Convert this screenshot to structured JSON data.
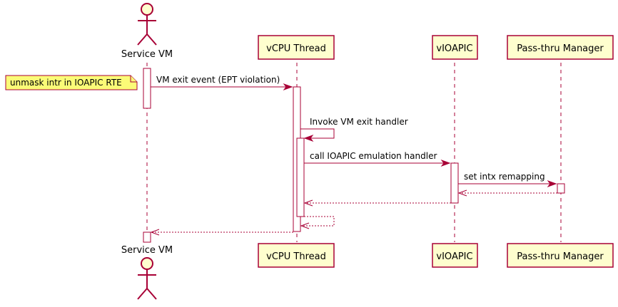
{
  "participants": {
    "service_vm": {
      "label": "Service VM",
      "kind": "actor"
    },
    "vcpu_thread": {
      "label": "vCPU Thread",
      "kind": "participant"
    },
    "vioapic": {
      "label": "vIOAPIC",
      "kind": "participant"
    },
    "passthru_manager": {
      "label": "Pass-thru Manager",
      "kind": "participant"
    }
  },
  "note": {
    "text": "unmask intr in IOAPIC RTE",
    "attached_to": "service_vm",
    "placement": "left"
  },
  "messages": [
    {
      "from": "service_vm",
      "to": "vcpu_thread",
      "label": "VM exit event (EPT violation)",
      "style": "solid"
    },
    {
      "from": "vcpu_thread",
      "to": "vcpu_thread",
      "label": "Invoke VM exit handler",
      "style": "solid"
    },
    {
      "from": "vcpu_thread",
      "to": "vioapic",
      "label": "call IOAPIC emulation handler",
      "style": "solid"
    },
    {
      "from": "vioapic",
      "to": "passthru_manager",
      "label": "set intx remapping",
      "style": "solid"
    },
    {
      "from": "passthru_manager",
      "to": "vioapic",
      "label": "",
      "style": "dashed"
    },
    {
      "from": "vioapic",
      "to": "vcpu_thread",
      "label": "",
      "style": "dashed"
    },
    {
      "from": "vcpu_thread",
      "to": "vcpu_thread",
      "label": "",
      "style": "dashed"
    },
    {
      "from": "vcpu_thread",
      "to": "service_vm",
      "label": "",
      "style": "dashed"
    }
  ],
  "colors": {
    "participant_fill": "#FEFECE",
    "participant_border": "#A80036",
    "arrow": "#A80036",
    "note_fill": "#FBFB77",
    "note_border": "#A80036"
  }
}
